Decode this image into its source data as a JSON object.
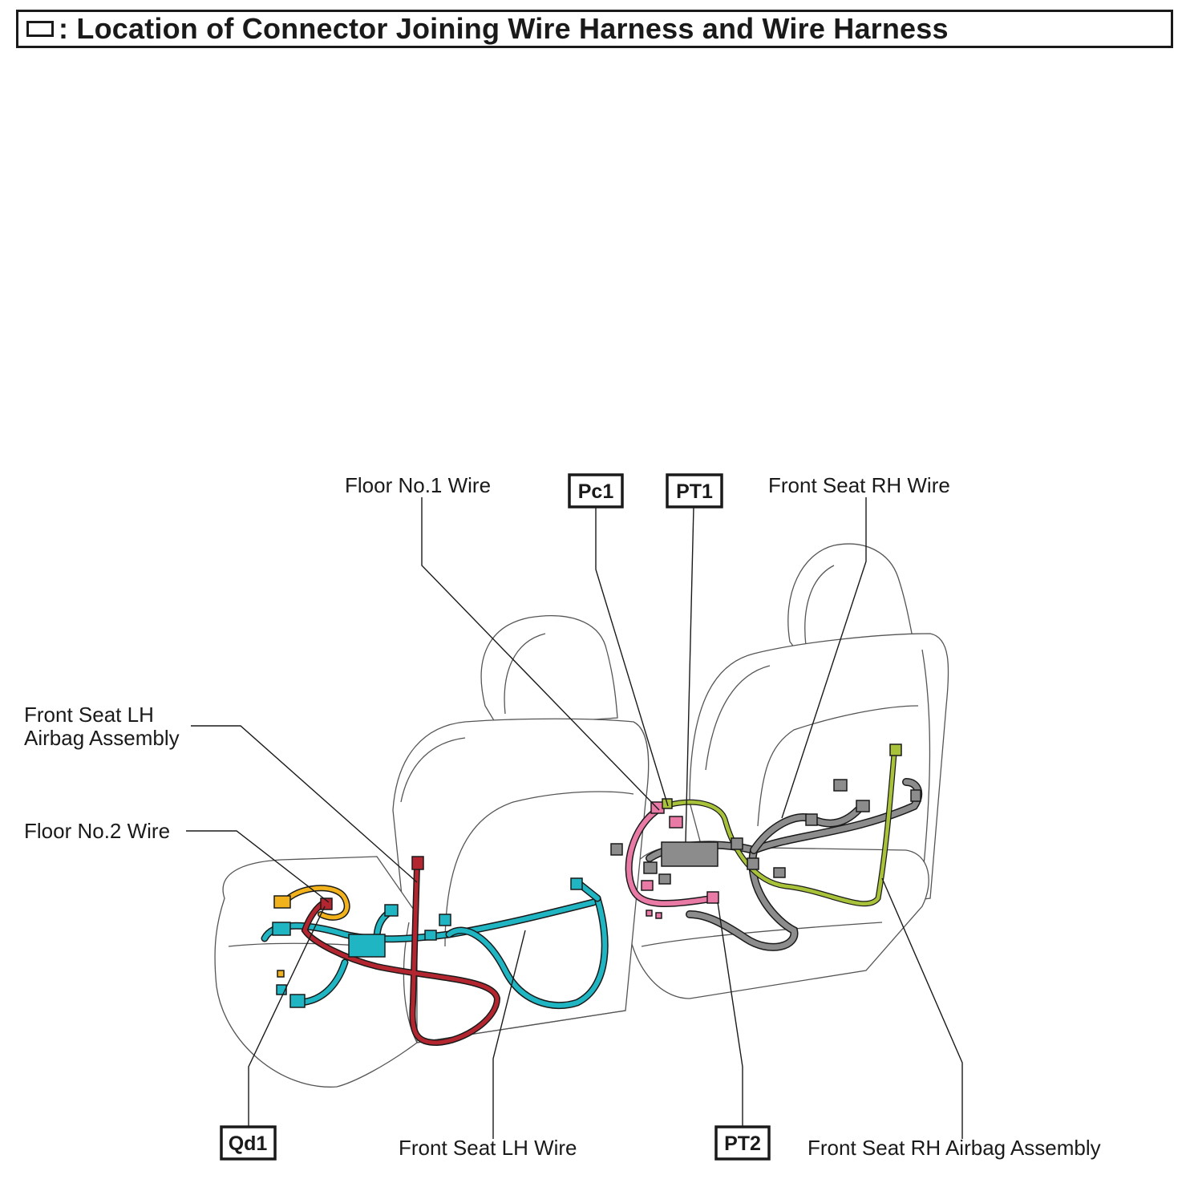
{
  "header": {
    "title": ": Location of Connector Joining Wire Harness and Wire Harness"
  },
  "labels": {
    "floor_no1_wire": "Floor No.1 Wire",
    "front_seat_rh_wire": "Front Seat RH Wire",
    "front_seat_lh_airbag_line1": "Front Seat LH",
    "front_seat_lh_airbag_line2": "Airbag Assembly",
    "floor_no2_wire": "Floor No.2 Wire",
    "front_seat_lh_wire": "Front Seat LH Wire",
    "front_seat_rh_airbag_assembly": "Front Seat RH Airbag Assembly"
  },
  "connectors": {
    "pc1": "Pc1",
    "pt1": "PT1",
    "pt2": "PT2",
    "qd1": "Qd1"
  },
  "colors": {
    "cyan_wire": "#1fb5c2",
    "red_wire": "#b32630",
    "orange_wire": "#f2b21c",
    "pink_wire": "#e97aa6",
    "gray_wire": "#8c8c8c",
    "green_wire": "#a8c23a"
  }
}
